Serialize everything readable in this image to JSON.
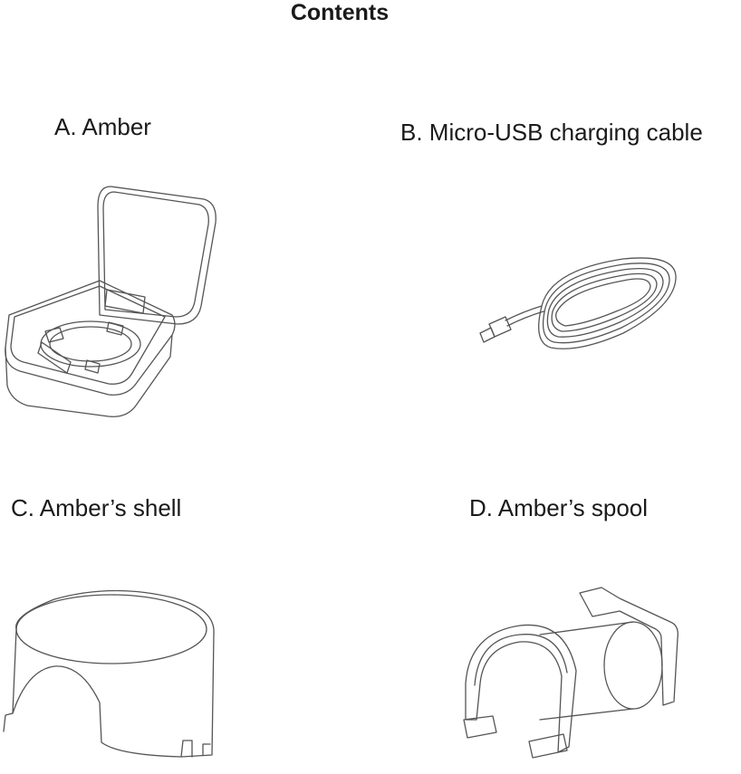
{
  "title": "Contents",
  "items": [
    {
      "label": "A. Amber",
      "icon": "amber-case-illustration"
    },
    {
      "label": "B. Micro-USB charging cable",
      "icon": "usb-cable-illustration"
    },
    {
      "label": "C. Amber’s shell",
      "icon": "shell-illustration"
    },
    {
      "label": "D. Amber’s spool",
      "icon": "spool-illustration"
    }
  ]
}
